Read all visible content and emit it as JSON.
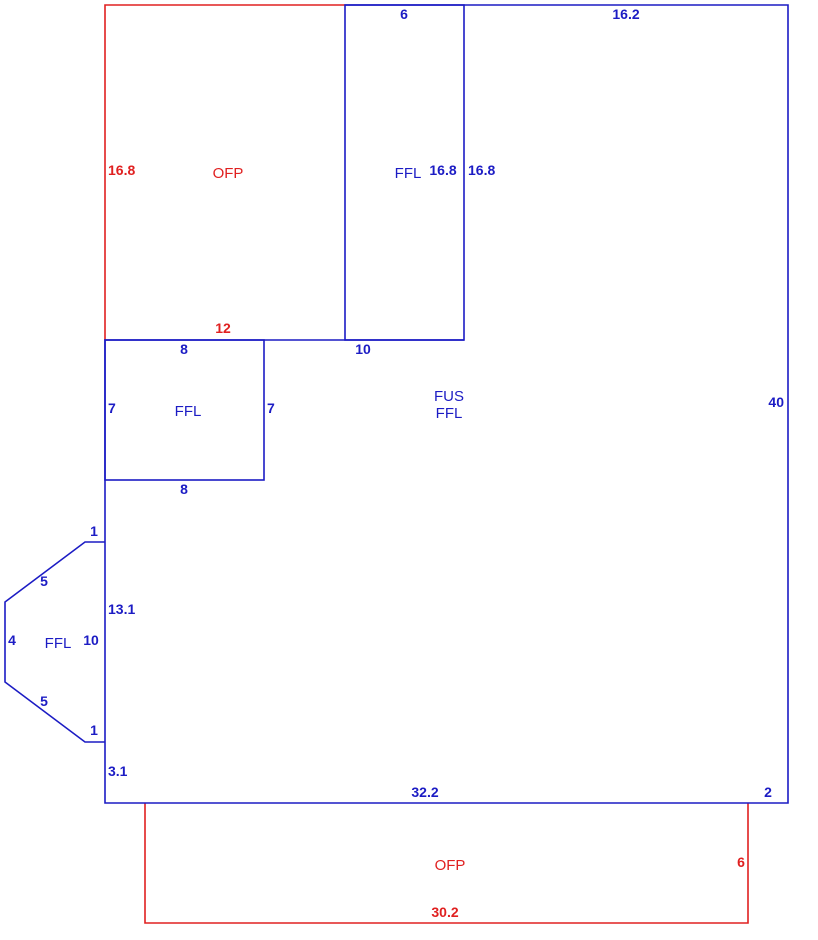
{
  "colors": {
    "living_area": "#1c1cc4",
    "porch": "#e02020",
    "background": "#ffffff"
  },
  "areas": {
    "main_ffl": {
      "code_line1": "FUS",
      "code_line2": "FFL",
      "dims": {
        "top": "16.2",
        "right": "40",
        "bottom": "32.2",
        "bottom_right": "2",
        "left_lower": "3.1",
        "left_mid": "13.1",
        "step_top": "10"
      }
    },
    "top_ffl": {
      "code": "FFL",
      "dims": {
        "top": "6",
        "left": "16.8",
        "right": "16.8"
      }
    },
    "top_ofp": {
      "code": "OFP",
      "dims": {
        "left": "16.8",
        "bottom": "12"
      }
    },
    "small_ffl": {
      "code": "FFL",
      "dims": {
        "top": "8",
        "left": "7",
        "right": "7",
        "bottom": "8"
      }
    },
    "bay_ffl": {
      "code": "FFL",
      "dims": {
        "upper_step": "1",
        "upper_diagonal": "5",
        "outer": "4",
        "inner": "10",
        "lower_diagonal": "5",
        "lower_step": "1"
      }
    },
    "bottom_ofp": {
      "code": "OFP",
      "dims": {
        "bottom": "30.2",
        "right": "6"
      }
    }
  }
}
